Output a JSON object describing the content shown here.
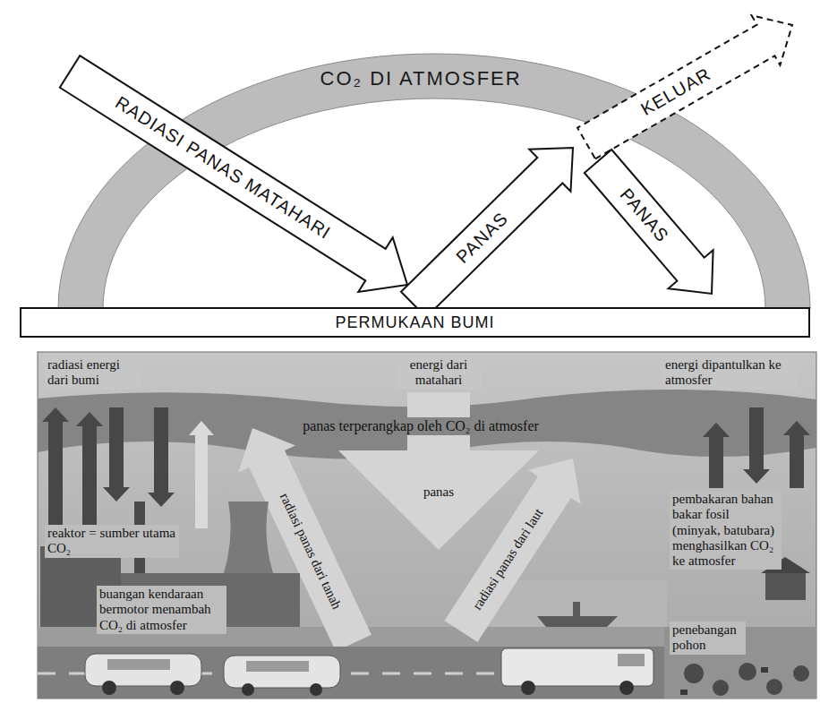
{
  "diagram": {
    "nodes": [
      {
        "text": [
          "CO₂ DI ATMOSFER"
        ]
      },
      {
        "text": [
          "PERMUKAAN BUMI"
        ]
      }
    ],
    "labels": [
      "RADIASI PANAS MATAHARI",
      "PANAS",
      "KELUAR",
      "PANAS",
      "radiasi energi dari bumi",
      "energi dari matahari",
      "energi dipantulkan ke atmosfer",
      "panas terperangkap oleh CO₂ di atmosfer",
      "radiasi panas dari tanah",
      "panas",
      "radiasi panas dari laut",
      "reaktor = sumber utama CO₂",
      "buangan kendaraan bermotor menambah CO₂ di atmosfer",
      "pembakaran bahan bakar fosil (minyak, batubara) menghasilkan CO₂ ke atmosfer",
      "penebangan pohon"
    ]
  }
}
